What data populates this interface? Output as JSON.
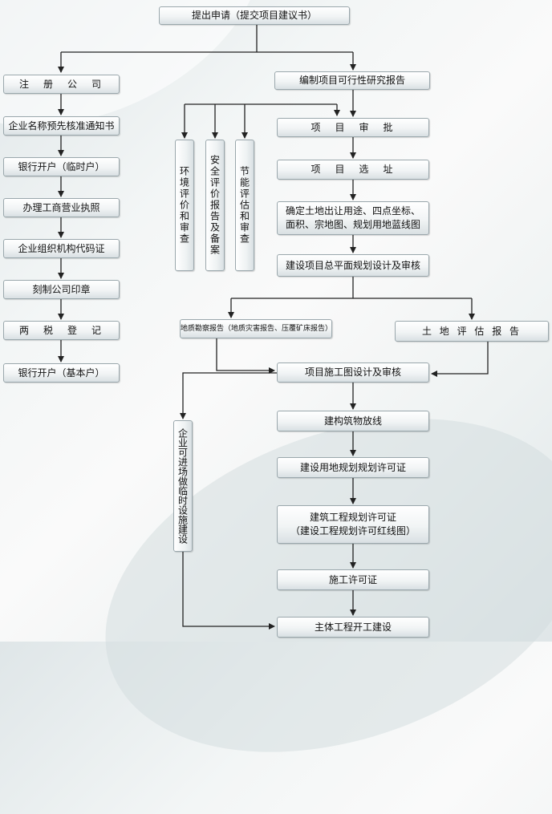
{
  "start": "提出申请（提交项目建议书）",
  "left_chain": [
    "注　册　公　司",
    "企业名称预先核准通知书",
    "银行开户（临时户）",
    "办理工商营业执照",
    "企业组织机构代码证",
    "刻制公司印章",
    "两　税　登　记",
    "银行开户（基本户）"
  ],
  "feasibility": "编制项目可行性研究报告",
  "side_reviews": [
    "环境评价和审查",
    "安全评价报告及备案",
    "节能评估和审查"
  ],
  "approve": "项　目　审　批",
  "site": "项　目　选　址",
  "land": "确定土地出让用途、四点坐标、\n面积、宗地图、规划用地蓝线图",
  "master_plan": "建设项目总平面规划设计及审核",
  "geology": "地质勘察报告（地质灾害报告、压覆矿床报告）",
  "land_eval": "土 地 评 估 报 告",
  "construction_design": "项目施工图设计及审核",
  "temp_facilities": "企业可进场做临时设施建设",
  "setout": "建构筑物放线",
  "land_permit": "建设用地规划规划许可证",
  "eng_permit": "建筑工程规划许可证\n（建设工程规划许可红线图）",
  "build_permit": "施工许可证",
  "main_start": "主体工程开工建设",
  "colors": {
    "line": "#222222",
    "border": "#9aa7ac"
  }
}
